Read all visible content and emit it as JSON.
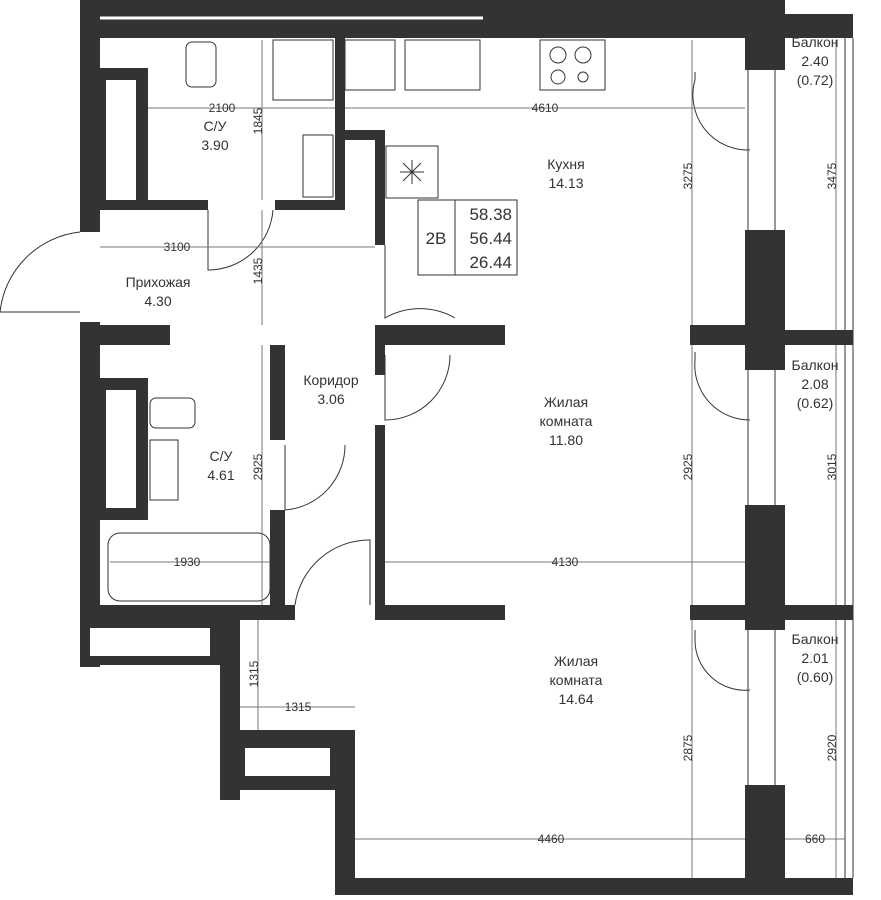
{
  "rooms": {
    "bath1": {
      "name": "С/У",
      "area": "3.90"
    },
    "kitchen": {
      "name": "Кухня",
      "area": "14.13"
    },
    "hall": {
      "name": "Прихожая",
      "area": "4.30"
    },
    "corridor": {
      "name": "Коридор",
      "area": "3.06"
    },
    "bath2": {
      "name": "С/У",
      "area": "4.61"
    },
    "room1": {
      "name1": "Жилая",
      "name2": "комната",
      "area": "11.80"
    },
    "room2": {
      "name1": "Жилая",
      "name2": "комната",
      "area": "14.64"
    },
    "balcony1": {
      "name": "Балкон",
      "area": "2.40",
      "reduced": "(0.72)"
    },
    "balcony2": {
      "name": "Балкон",
      "area": "2.08",
      "reduced": "(0.62)"
    },
    "balcony3": {
      "name": "Балкон",
      "area": "2.01",
      "reduced": "(0.60)"
    }
  },
  "summary": {
    "type": "2В",
    "total": "58.38",
    "living_total": "56.44",
    "living": "26.44"
  },
  "dimensions": {
    "d2100": "2100",
    "d1845": "1845",
    "d4610": "4610",
    "d3275": "3275",
    "d3475": "3475",
    "d3100": "3100",
    "d1435": "1435",
    "d2925a": "2925",
    "d2925b": "2925",
    "d3015": "3015",
    "d4130": "4130",
    "d1930": "1930",
    "d1315a": "1315",
    "d1315b": "1315",
    "d2875": "2875",
    "d2920": "2920",
    "d4460": "4460",
    "d660": "660"
  }
}
